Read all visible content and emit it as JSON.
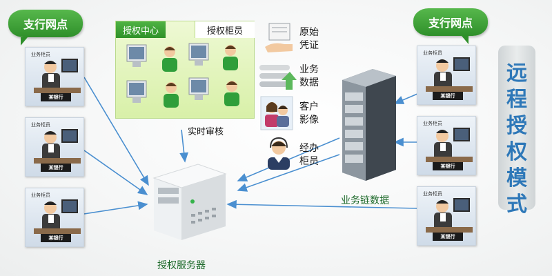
{
  "branch_left": {
    "label": "支行网点"
  },
  "branch_right": {
    "label": "支行网点"
  },
  "teller_tag": "业务柜员",
  "teller_plate": "某银行",
  "auth_panel": {
    "tab_center": "授权中心",
    "tab_teller": "授权柜员"
  },
  "realtime_review": "实时审核",
  "auth_server": "授权服务器",
  "business_chain": "业务链数据",
  "data_items": [
    {
      "icon": "original-voucher-icon",
      "label": "原始\n凭证"
    },
    {
      "icon": "business-data-icon",
      "label": "业务\n数据"
    },
    {
      "icon": "customer-image-icon",
      "label": "客户\n影像"
    },
    {
      "icon": "teller-icon",
      "label": "经办\n柜员"
    }
  ],
  "side_title": "远\n程\n授\n权\n模\n式",
  "colors": {
    "bubble": "#3fa236",
    "arrow": "#4a8fd0",
    "side_text": "#2e78b8",
    "panel": "#d8f0a8"
  }
}
